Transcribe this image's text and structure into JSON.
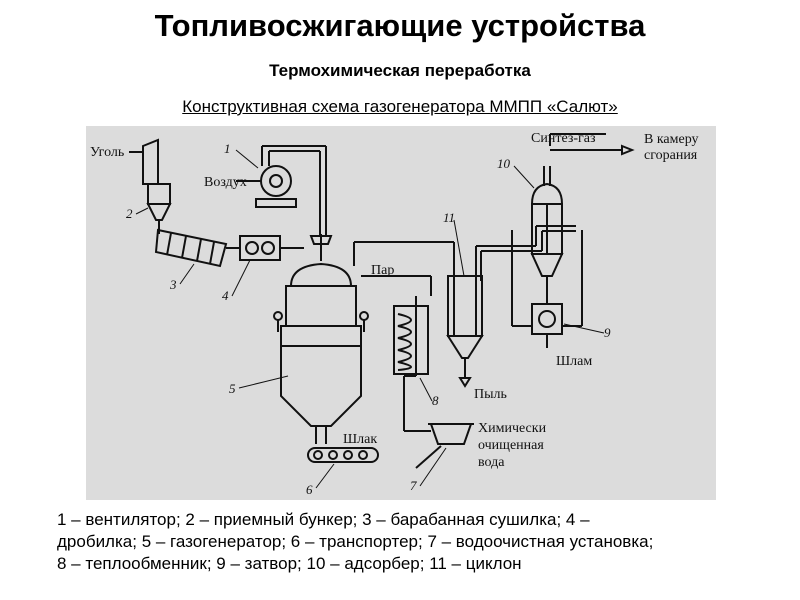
{
  "slide": {
    "title": "Топливосжигающие устройства",
    "subtitle": "Термохимическая переработка",
    "scheme_title": "Конструктивная схема газогенератора ММПП «Салют»"
  },
  "figure": {
    "labels": {
      "coal": "Уголь",
      "air": "Воздух",
      "steam": "Пар",
      "slag": "Шлак",
      "dust": "Пыль",
      "sludge": "Шлам",
      "syngas": "Синтез-газ",
      "to_chamber_1": "В камеру",
      "to_chamber_2": "сгорания",
      "water_1": "Химически",
      "water_2": "очищенная",
      "water_3": "вода"
    },
    "numbers": [
      "1",
      "2",
      "3",
      "4",
      "5",
      "6",
      "7",
      "8",
      "9",
      "10",
      "11"
    ]
  },
  "legend": {
    "line1": "1 – вентилятор; 2 – приемный бункер; 3 – барабанная сушилка; 4 –",
    "line2": "дробилка; 5 – газогенератор; 6 – транспортер; 7 – водоочистная установка;",
    "line3": "8 – теплообменник; 9 – затвор; 10 – адсорбер; 11 – циклон"
  }
}
